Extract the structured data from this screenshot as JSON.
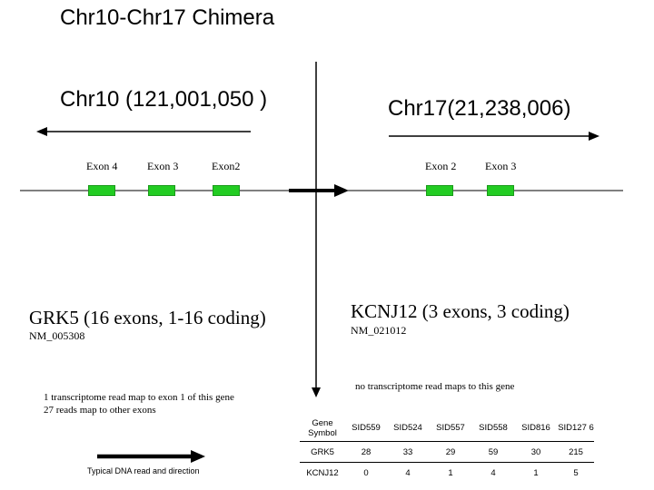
{
  "title": "Chr10-Chr17 Chimera",
  "chr10": {
    "label": "Chr10 (",
    "coord": "121,001,050",
    "close": " )"
  },
  "chr17": {
    "label": "Chr17(",
    "coord": "21,238,006",
    "close": ")"
  },
  "exons": {
    "chr10": [
      "Exon 4",
      "Exon 3",
      "Exon2"
    ],
    "chr17": [
      "Exon 2",
      "Exon 3"
    ]
  },
  "genes": {
    "grk5": {
      "name": "GRK5 (16 exons, 1-16 coding)",
      "accession": "NM_005308"
    },
    "kcnj12": {
      "name": "KCNJ12 (3 exons, 3 coding)",
      "accession": "NM_021012"
    }
  },
  "notes": {
    "left_line1": "1 transcriptome read map to exon 1 of  this gene",
    "left_line2": "27 reads map to other exons",
    "right": "no  transcriptome read maps to this gene"
  },
  "legend": {
    "label": "Typical DNA read and direction"
  },
  "table": {
    "header": [
      "Gene Symbol",
      "SID559",
      "SID524",
      "SID557",
      "SID558",
      "SID816",
      "SID127 6"
    ],
    "rows": [
      [
        "GRK5",
        "28",
        "33",
        "29",
        "59",
        "30",
        "215"
      ],
      [
        "KCNJ12",
        "0",
        "4",
        "1",
        "4",
        "1",
        "5"
      ]
    ]
  },
  "colors": {
    "exon": "#22cc22",
    "lines": "#000000"
  }
}
